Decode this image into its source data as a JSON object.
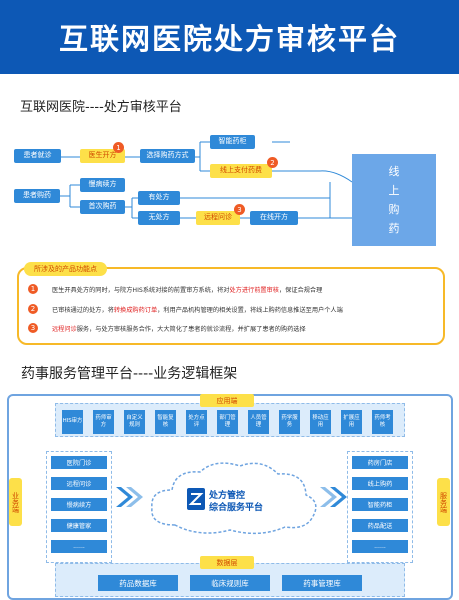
{
  "banner": {
    "title": "互联网医院处方审核平台"
  },
  "section1": {
    "title": "互联网医院----处方审核平台"
  },
  "flow": {
    "patient_visit": "患者就诊",
    "doctor_prescribe": "医生开方",
    "choose_purchase": "选择购药方式",
    "smart_cabinet": "智能药柜",
    "online_payment": "线上支付药费",
    "patient_purchase": "患者购药",
    "chronic_refill": "慢病续方",
    "first_visit": "首次购药",
    "has_prescription": "有处方",
    "no_prescription": "无处方",
    "remote_consult": "远程问诊",
    "online_prescribe": "在线开方",
    "online_purchase": [
      "线",
      "上",
      "购",
      "药"
    ],
    "badge_1": "1",
    "badge_2": "2",
    "badge_3": "3"
  },
  "functions": {
    "tag": "所涉及的产品功能点",
    "rows": [
      {
        "num": "1",
        "pre": "医生开具处方的同时，与院方HIS系统对接的前置审方系统，将对",
        "hl": "处方进行前置审核",
        "post": "，保证合规合理"
      },
      {
        "num": "2",
        "pre": "已审核通过的处方，将",
        "hl": "转换成购药订单",
        "post": "，利用产品机构管理的相关设置，将线上购药信息推送至用户个人端"
      },
      {
        "num": "3",
        "pre": "",
        "hl": "远程问诊",
        "post": "服务，与处方审核服务合作，大大简化了患者的就诊流程，并扩展了患者的购药选择"
      }
    ]
  },
  "section2": {
    "title": "药事服务管理平台----业务逻辑框架"
  },
  "framework": {
    "app_label": "应用端",
    "apps": [
      "HIS审方",
      "药师审方",
      "自定义规则",
      "智能复核",
      "处方点评",
      "部门管理",
      "人员管理",
      "药学服务",
      "移动应用",
      "扩展应用",
      "药师考核"
    ],
    "left_label": "业务端",
    "right_label": "服务端",
    "left_items": [
      "医院门诊",
      "远程问诊",
      "慢病续方",
      "健康管家",
      "......"
    ],
    "right_items": [
      "药房门店",
      "线上购药",
      "智能药柜",
      "药品配送",
      "......"
    ],
    "center_title_1": "处方管控",
    "center_title_2": "综合服务平台",
    "data_label": "数据层",
    "data_items": [
      "药品数据库",
      "临床规则库",
      "药事管理库"
    ]
  },
  "colors": {
    "primary": "#0d58b5",
    "box": "#2f89d8",
    "accent": "#fde049",
    "badge": "#ef5b25"
  }
}
